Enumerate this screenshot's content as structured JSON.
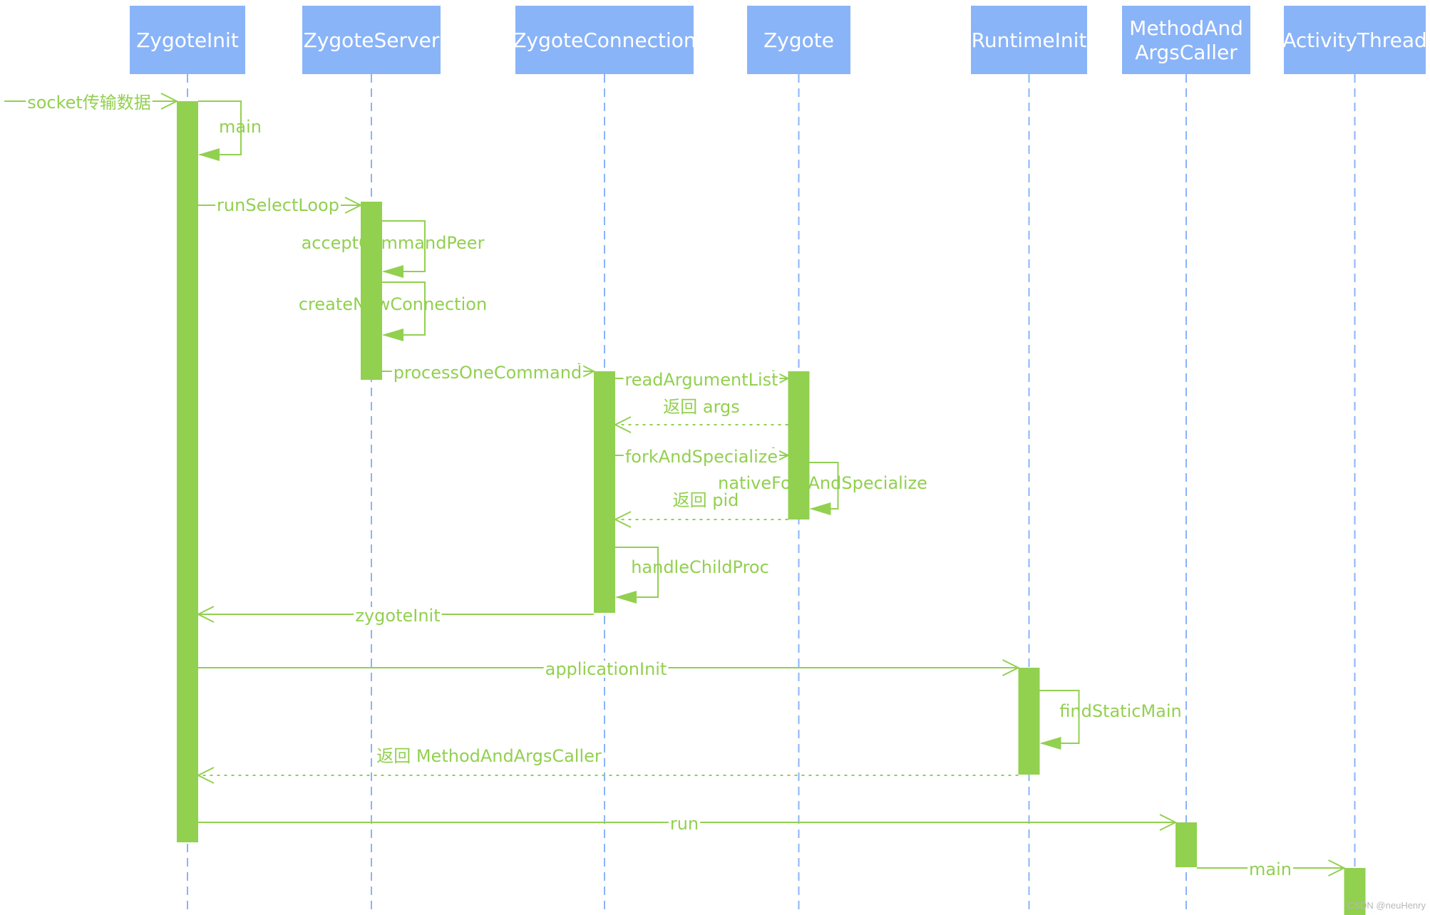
{
  "participants": [
    {
      "id": "zi",
      "label_lines": [
        "ZygoteInit"
      ]
    },
    {
      "id": "zs",
      "label_lines": [
        "ZygoteServer"
      ]
    },
    {
      "id": "zc",
      "label_lines": [
        "ZygoteConnection"
      ]
    },
    {
      "id": "zy",
      "label_lines": [
        "Zygote"
      ]
    },
    {
      "id": "ri",
      "label_lines": [
        "RuntimeInit"
      ]
    },
    {
      "id": "mac",
      "label_lines": [
        "MethodAnd",
        "ArgsCaller"
      ]
    },
    {
      "id": "at",
      "label_lines": [
        "ActivityThread"
      ]
    }
  ],
  "messages": [
    {
      "id": "m-socket",
      "label": "socket传输数据",
      "from": "external",
      "to": "zi",
      "kind": "sync"
    },
    {
      "id": "m-main1",
      "label": "main",
      "from": "zi",
      "to": "zi",
      "kind": "self"
    },
    {
      "id": "m-runselectloop",
      "label": "runSelectLoop",
      "from": "zi",
      "to": "zs",
      "kind": "sync"
    },
    {
      "id": "m-acceptcommandpeer",
      "label": "acceptCommandPeer",
      "from": "zs",
      "to": "zs",
      "kind": "self"
    },
    {
      "id": "m-createnewconnection",
      "label": "createNewConnection",
      "from": "zs",
      "to": "zs",
      "kind": "self"
    },
    {
      "id": "m-processonecommand",
      "label": "processOneCommand",
      "from": "zs",
      "to": "zc",
      "kind": "sync"
    },
    {
      "id": "m-readargumentlist",
      "label": "readArgumentList",
      "from": "zc",
      "to": "zy",
      "kind": "sync"
    },
    {
      "id": "m-return-args",
      "label": "返回 args",
      "from": "zy",
      "to": "zc",
      "kind": "return"
    },
    {
      "id": "m-forkandspecialize",
      "label": "forkAndSpecialize",
      "from": "zc",
      "to": "zy",
      "kind": "sync"
    },
    {
      "id": "m-nativeforkandspecialize",
      "label": "nativeForkAndSpecialize",
      "from": "zy",
      "to": "zy",
      "kind": "self"
    },
    {
      "id": "m-return-pid",
      "label": "返回 pid",
      "from": "zy",
      "to": "zc",
      "kind": "return"
    },
    {
      "id": "m-handlechildproc",
      "label": "handleChildProc",
      "from": "zc",
      "to": "zc",
      "kind": "self"
    },
    {
      "id": "m-zygoteinit",
      "label": "zygoteInit",
      "from": "zc",
      "to": "zi",
      "kind": "sync"
    },
    {
      "id": "m-applicationinit",
      "label": "applicationInit",
      "from": "zi",
      "to": "ri",
      "kind": "sync"
    },
    {
      "id": "m-findstaticmain",
      "label": "findStaticMain",
      "from": "ri",
      "to": "ri",
      "kind": "self"
    },
    {
      "id": "m-return-methodandargscaller",
      "label": "返回 MethodAndArgsCaller",
      "from": "ri",
      "to": "zi",
      "kind": "return"
    },
    {
      "id": "m-run",
      "label": "run",
      "from": "zi",
      "to": "mac",
      "kind": "sync"
    },
    {
      "id": "m-main2",
      "label": "main",
      "from": "mac",
      "to": "at",
      "kind": "sync"
    }
  ],
  "watermark": "CSDN @neuHenry",
  "colors": {
    "header_fill": "#8ab4f8",
    "header_text": "#ffffff",
    "lifeline": "#8ab4f8",
    "activation": "#92d050",
    "message": "#92d050"
  }
}
